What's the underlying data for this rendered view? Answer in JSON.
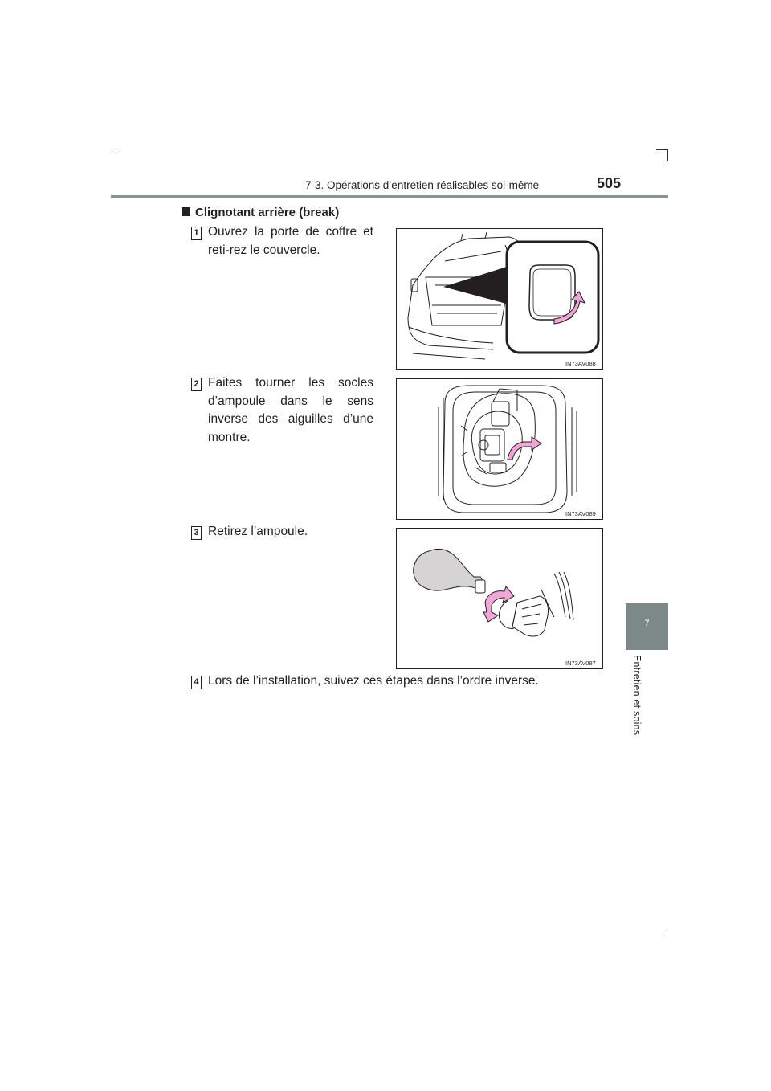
{
  "header": {
    "section": "7-3. Opérations d’entretien réalisables soi-même",
    "page_number": "505"
  },
  "side_tab": {
    "chapter_number": "7",
    "chapter_label": "Entretien et soins"
  },
  "section_title": "Clignotant arrière (break)",
  "steps": [
    {
      "number": "1",
      "text": "Ouvrez la porte de coffre et reti-rez le couvercle.",
      "figure_code": "IN73AV088"
    },
    {
      "number": "2",
      "text": "Faites tourner les socles d’ampoule dans le sens inverse des aiguilles d’une montre.",
      "figure_code": "IN73AV089"
    },
    {
      "number": "3",
      "text": "Retirez l’ampoule.",
      "figure_code": "IN73AV087"
    },
    {
      "number": "4",
      "text": "Lors de l’installation, suivez ces étapes dans l’ordre inverse."
    }
  ],
  "colors": {
    "rule": "#8a9393",
    "side_tab": "#7d8888",
    "arrow_pink": "#f0a6d6",
    "ink": "#231f20"
  }
}
